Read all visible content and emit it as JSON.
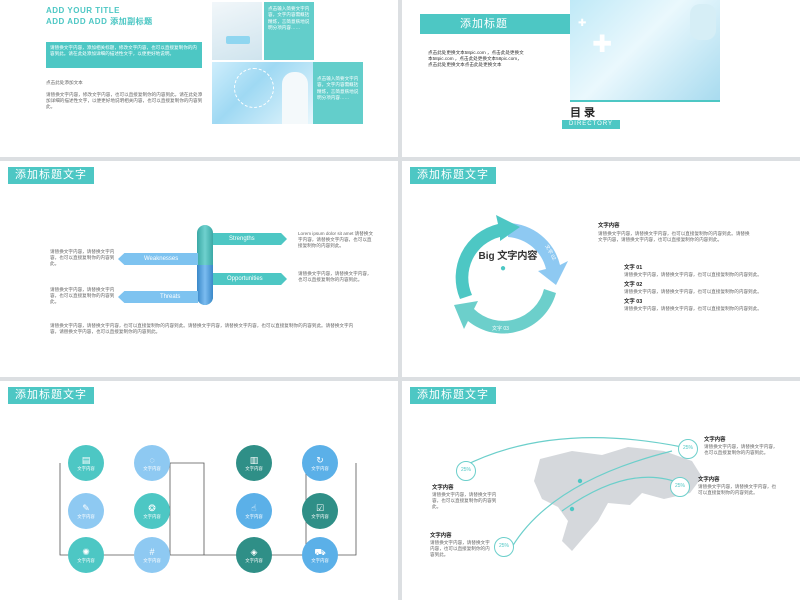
{
  "slide1": {
    "title_line1": "ADD YOUR TITLE",
    "title_line2_en": "ADD ADD ADD",
    "title_line2_cn": "添加副标题",
    "banner_text": "请替换文字内容，添加相关标题，修改文字内容，也可以直接复制你的内容到此。请在此处添加详细的描述性文字，以便更好地说明。",
    "small_heading": "点击此处添加文本",
    "body_text": "请替换文字内容，修改文字内容，也可以直接复制你的内容到此。请在此处添加详细的描述性文字，以便更好地说明相关内容，也可以直接复制你的内容到此。",
    "overlay_top": "点击输入简要文字内容，文字内容需概括精炼，言简意赅地说明分项内容……",
    "overlay_bottom": "点击输入简要文字内容，文字内容需概括精炼，言简意赅地说明分项内容……"
  },
  "slide2": {
    "title": "添加标题",
    "text_line1": "点击此处更换文本58pic.com ，点击此处更换文",
    "text_line2": "本58pic.com ，点击此处更换文本58pic.com，",
    "text_line3": "点击此处更换文本点击此处更换文本",
    "toc_cn": "目 录",
    "toc_en": "DIRECTORY"
  },
  "slide3": {
    "title": "添加标题文字",
    "labels": {
      "strengths": "Strengths",
      "weaknesses": "Weaknesses",
      "opportunities": "Opportunities",
      "threats": "Threats"
    },
    "top_right_text": "Lorem ipsum dolor sit amet 请替换文字内容，请替换文字内容，也可以直接复制你的内容到此。",
    "mid_right_text": "请替换文字内容，请替换文字内容，也可以直接复制你的内容到此。",
    "left_top_text": "请替换文字内容，请替换文字内容，也可以直接复制你的内容到此。",
    "left_bottom_text": "请替换文字内容，请替换文字内容，也可以直接复制你的内容到此。",
    "bottom_text": "请替换文字内容，请替换文字内容，也可以直接复制你的内容到此。请替换文字内容，请替换文字内容，也可以直接复制你的内容到此。请替换文字内容，请替换文字内容，也可以直接复制你的内容到此。"
  },
  "slide4": {
    "title": "添加标题文字",
    "center_text": "Big 文字内容",
    "arrow1": "文字 01",
    "arrow2": "文字 02",
    "arrow3": "文字 03",
    "header": "文字内容",
    "header_body": "请替换文字内容，请替换文字内容，也可以直接复制你的内容到此。请替换文字内容，请替换文字内容，也可以直接复制你的内容到此。",
    "items": [
      {
        "title": "文字 01",
        "body": "请替换文字内容，请替换文字内容，也可以直接复制你的内容到此。"
      },
      {
        "title": "文字 02",
        "body": "请替换文字内容，请替换文字内容，也可以直接复制你的内容到此。"
      },
      {
        "title": "文字 03",
        "body": "请替换文字内容，请替换文字内容，也可以直接复制你的内容到此。"
      }
    ]
  },
  "slide5": {
    "title": "添加标题文字",
    "circle_label": "文字内容"
  },
  "slide6": {
    "title": "添加标题文字",
    "pct": "25%",
    "callout_title": "文字内容",
    "callout_body": "请替换文字内容，请替换文字内容，也可以直接复制你的内容到此。"
  },
  "colors": {
    "teal": "#4dc7c4",
    "blue": "#5bb0e8",
    "dark_teal": "#2f8f87",
    "light_blue": "#8ec9f2"
  }
}
